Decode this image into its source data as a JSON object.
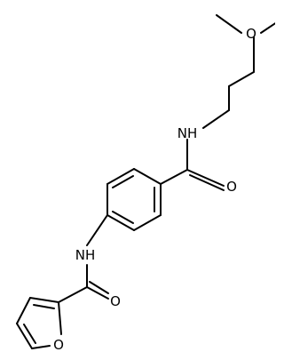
{
  "structure": {
    "atom_labels": {
      "methoxy_o": "O",
      "amide_nh_top": "NH",
      "amide_o_top": "O",
      "amide_nh_bottom": "NH",
      "amide_o_bottom": "O",
      "furan_o": "O"
    },
    "colors": {
      "bond": "#000000",
      "text": "#000000",
      "background": "#ffffff"
    }
  }
}
